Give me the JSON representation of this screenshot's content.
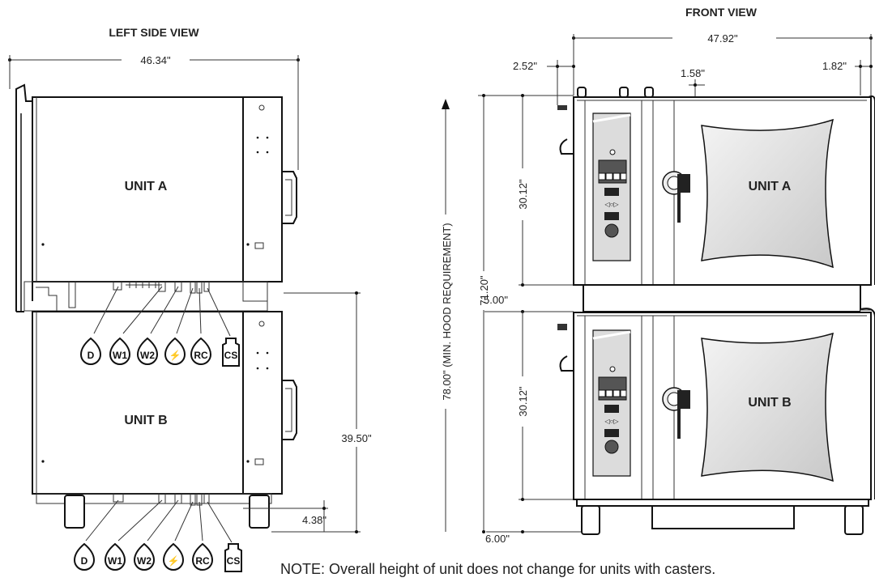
{
  "left_view": {
    "title": "LEFT SIDE VIEW",
    "width_dim": "46.34\"",
    "unit_a_label": "UNIT A",
    "unit_b_label": "UNIT B",
    "height_dim": "39.50\"",
    "foot_dim": "4.38\"",
    "connections": [
      "D",
      "W1",
      "W2",
      "⚡",
      "RC",
      "CS"
    ]
  },
  "front_view": {
    "title": "FRONT VIEW",
    "width_dim": "47.92\"",
    "left_offset_dim": "2.52\"",
    "inner_offset_dim": "1.58\"",
    "right_offset_dim": "1.82\"",
    "overall_dim": "71.20\"",
    "hood_dim": "78.00\" (MIN. HOOD REQUIREMENT)",
    "unit_a_height": "30.12\"",
    "gap_dim": "5.00\"",
    "unit_b_height": "30.12\"",
    "leg_dim": "6.00\"",
    "unit_a_label": "UNIT A",
    "unit_b_label": "UNIT B"
  },
  "note": "NOTE: Overall height of unit does not change for units with casters."
}
